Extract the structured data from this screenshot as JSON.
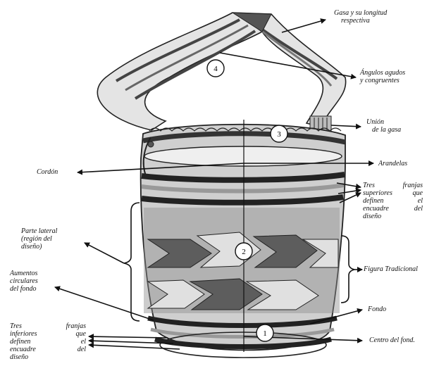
{
  "labels": {
    "gasa": [
      "Gasa y su longitud",
      "respectiva"
    ],
    "angulos": [
      "Ángulos agudos",
      "y congruentes"
    ],
    "union": [
      "Unión",
      "de la gasa"
    ],
    "arandelas": "Arandelas",
    "cordon": "Cordón",
    "tres_superiores": [
      "Tres franjas",
      "superiores que",
      "definen el",
      "encuadre del",
      "diseño"
    ],
    "parte_lateral": [
      "Parte lateral",
      "(región del",
      "diseño)"
    ],
    "figura": "Figura Tradicional",
    "aumentos": [
      "Aumentos",
      "circulares",
      "del fondo"
    ],
    "fondo": "Fondo",
    "centro": "Centro del fond.",
    "tres_inferiores": [
      "Tres franjas",
      "inferiores que",
      "definen el",
      "encuadre del",
      "diseño"
    ]
  },
  "markers": [
    "1",
    "2",
    "3",
    "4"
  ],
  "colors": {
    "ink": "#111111",
    "mid": "#8a8a8a",
    "light": "#d8d8d8",
    "dark": "#3a3a3a"
  }
}
